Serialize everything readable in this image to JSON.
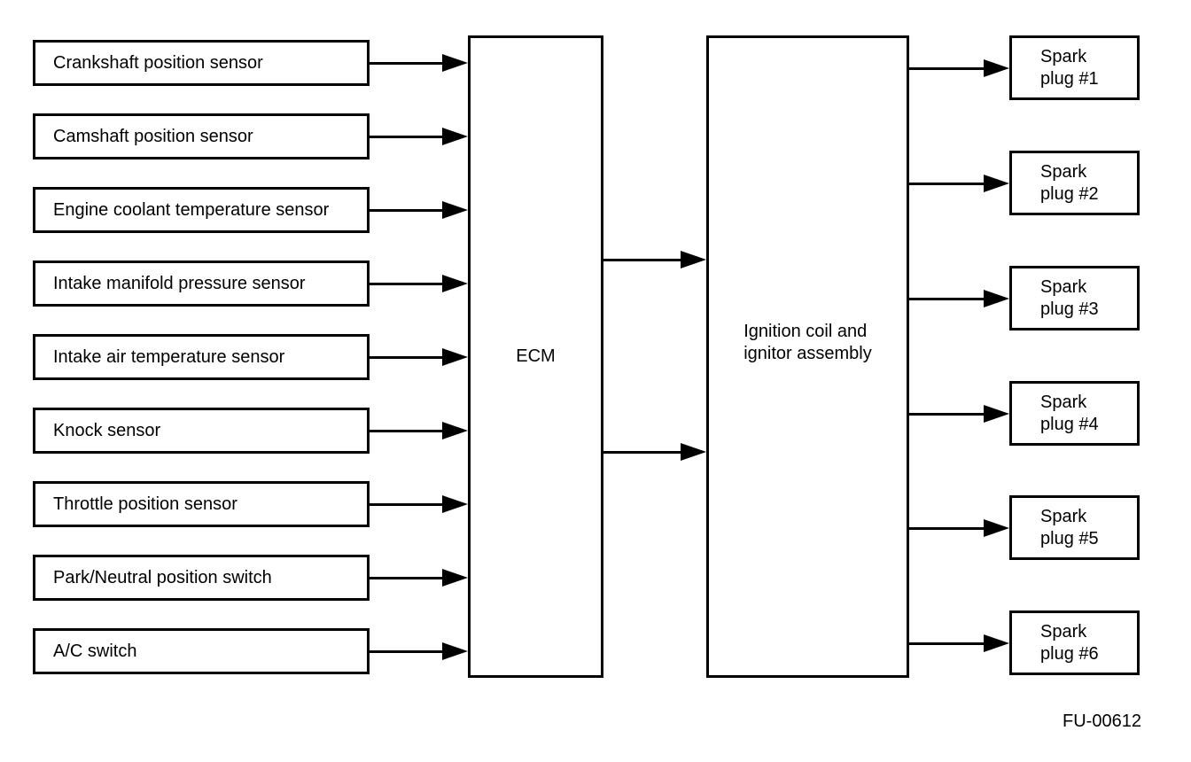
{
  "diagram": {
    "inputs": [
      "Crankshaft position sensor",
      "Camshaft position sensor",
      "Engine coolant temperature sensor",
      "Intake manifold pressure sensor",
      "Intake air temperature sensor",
      "Knock sensor",
      "Throttle position sensor",
      "Park/Neutral position switch",
      "A/C switch"
    ],
    "ecm": {
      "label": "ECM"
    },
    "coil": {
      "line1": "Ignition coil and",
      "line2": "ignitor assembly"
    },
    "outputs": [
      {
        "line1": "Spark",
        "line2": "plug #1"
      },
      {
        "line1": "Spark",
        "line2": "plug #2"
      },
      {
        "line1": "Spark",
        "line2": "plug #3"
      },
      {
        "line1": "Spark",
        "line2": "plug #4"
      },
      {
        "line1": "Spark",
        "line2": "plug #5"
      },
      {
        "line1": "Spark",
        "line2": "plug #6"
      }
    ],
    "connections": [
      {
        "from": "each input sensor/switch",
        "to": "ECM",
        "type": "arrow",
        "count": 9
      },
      {
        "from": "ECM",
        "to": "Ignition coil and ignitor assembly",
        "type": "arrow",
        "count": 2
      },
      {
        "from": "Ignition coil and ignitor assembly",
        "to": "each spark plug",
        "type": "arrow",
        "count": 6
      }
    ],
    "figure_id": "FU-00612",
    "colors": {
      "line": "#000000",
      "background": "#ffffff",
      "text": "#000000"
    }
  }
}
